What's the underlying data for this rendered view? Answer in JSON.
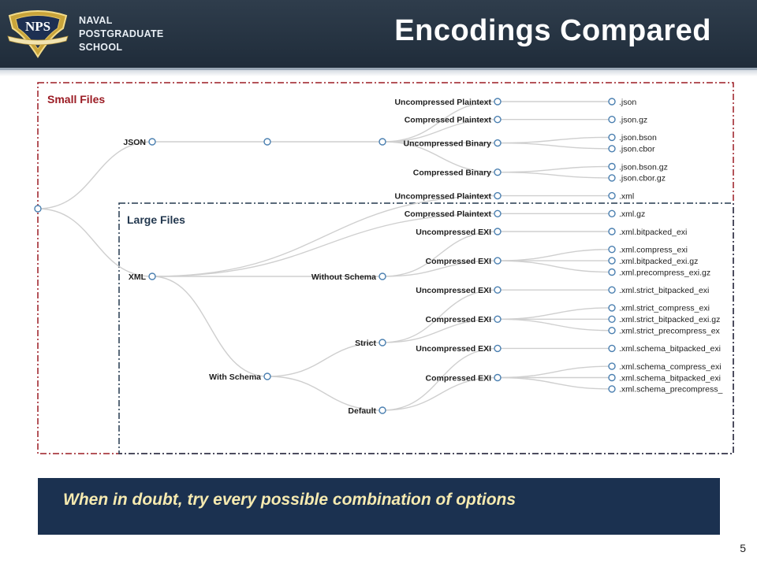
{
  "header": {
    "logo_badge": "NPS",
    "logo_lines": [
      "NAVAL",
      "POSTGRADUATE",
      "SCHOOL"
    ],
    "title": "Encodings Compared"
  },
  "boxes": {
    "small_label": "Small Files",
    "large_label": "Large Files",
    "small_color": "#9b1c24",
    "large_color": "#23384f"
  },
  "tree": {
    "root": "",
    "json": {
      "label": "JSON",
      "branches": [
        {
          "label": "Uncompressed Plaintext",
          "leaves": [
            ".json"
          ]
        },
        {
          "label": "Compressed Plaintext",
          "leaves": [
            ".json.gz"
          ]
        },
        {
          "label": "Uncompressed Binary",
          "leaves": [
            ".json.bson",
            ".json.cbor"
          ]
        },
        {
          "label": "Compressed Binary",
          "leaves": [
            ".json.bson.gz",
            ".json.cbor.gz"
          ]
        }
      ]
    },
    "xml": {
      "label": "XML",
      "direct_branches": [
        {
          "label": "Uncompressed Plaintext",
          "leaves": [
            ".xml"
          ]
        },
        {
          "label": "Compressed Plaintext",
          "leaves": [
            ".xml.gz"
          ]
        }
      ],
      "without_schema": {
        "label": "Without Schema",
        "branches": [
          {
            "label": "Uncompressed EXI",
            "leaves": [
              ".xml.bitpacked_exi"
            ]
          },
          {
            "label": "Compressed EXI",
            "leaves": [
              ".xml.compress_exi",
              ".xml.bitpacked_exi.gz",
              ".xml.precompress_exi.gz"
            ]
          }
        ]
      },
      "with_schema": {
        "label": "With Schema",
        "strict": {
          "label": "Strict",
          "branches": [
            {
              "label": "Uncompressed EXI",
              "leaves": [
                ".xml.strict_bitpacked_exi"
              ]
            },
            {
              "label": "Compressed EXI",
              "leaves": [
                ".xml.strict_compress_exi",
                ".xml.strict_bitpacked_exi.gz",
                ".xml.strict_precompress_ex"
              ]
            }
          ]
        },
        "default": {
          "label": "Default",
          "branches": [
            {
              "label": "Uncompressed EXI",
              "leaves": [
                ".xml.schema_bitpacked_exi"
              ]
            },
            {
              "label": "Compressed EXI",
              "leaves": [
                ".xml.schema_compress_exi",
                ".xml.schema_bitpacked_exi",
                ".xml.schema_precompress_"
              ]
            }
          ]
        }
      }
    }
  },
  "callout": {
    "text": "When in doubt, try every possible combination of options"
  },
  "page_number": "5"
}
